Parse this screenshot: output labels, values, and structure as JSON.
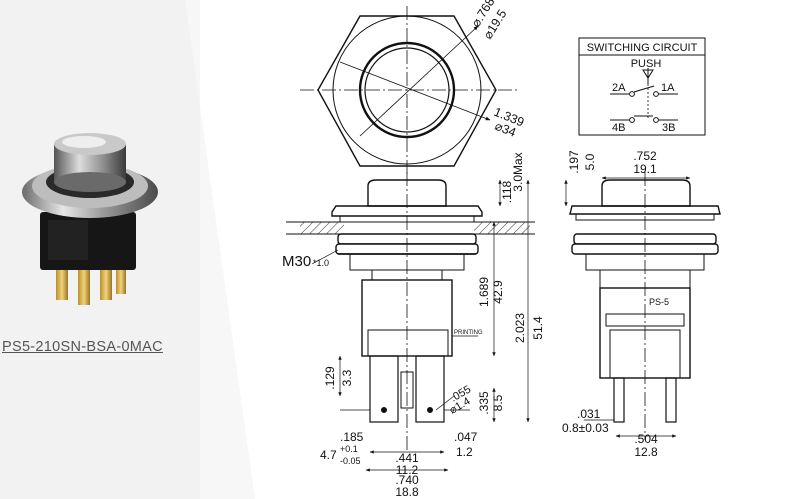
{
  "product": {
    "part_number": "PS5-210SN-BSA-0MAC"
  },
  "top_view": {
    "dim_inner_in": "⌀.768",
    "dim_inner_mm": "⌀19.5",
    "dim_outer_in": "1.339",
    "dim_outer_mm": "⌀34"
  },
  "switching_circuit": {
    "title": "SWITCHING CIRCUIT",
    "action": "PUSH",
    "t2a": "2A",
    "t1a": "1A",
    "t4b": "4B",
    "t3b": "3B"
  },
  "front_view": {
    "dim_118": ".118",
    "dim_3max": "3.0Max",
    "thread_main": "M30",
    "thread_sub": "*1.0",
    "dim_1689": "1.689",
    "dim_429": "42.9",
    "dim_2023": "2.023",
    "dim_514": "51.4",
    "dim_129": ".129",
    "dim_33": "3.3",
    "dim_055": ".055",
    "dim_14": "⌀1.4",
    "dim_335": ".335",
    "dim_85": "8.5",
    "dim_185": ".185",
    "dim_47": "4.7",
    "dim_47_tol_plus": "+0.1",
    "dim_47_tol_minus": "-0.05",
    "dim_047": ".047",
    "dim_12": "1.2",
    "dim_441": ".441",
    "dim_112": "11.2",
    "dim_740": ".740",
    "dim_188": "18.8",
    "label_printing": "PRINTING"
  },
  "side_view": {
    "dim_197": ".197",
    "dim_50": "5.0",
    "dim_752": ".752",
    "dim_191": "19.1",
    "label_ps5": "PS-5",
    "dim_031": ".031",
    "dim_08": "0.8±0.03",
    "dim_504": ".504",
    "dim_128": "12.8"
  }
}
